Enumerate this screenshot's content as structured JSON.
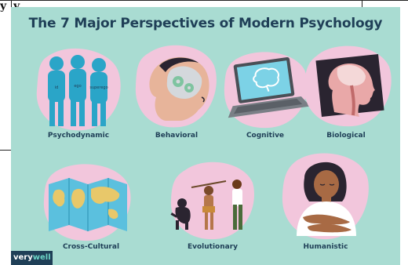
{
  "corner_text": "y y",
  "title": "The 7 Major Perspectives of Modern Psychology",
  "perspectives": [
    {
      "label": "Psychodynamic"
    },
    {
      "label": "Behavioral"
    },
    {
      "label": "Cognitive"
    },
    {
      "label": "Biological"
    },
    {
      "label": "Cross-Cultural"
    },
    {
      "label": "Evolutionary"
    },
    {
      "label": "Humanistic"
    }
  ],
  "figure_words": [
    "id",
    "ego",
    "superego"
  ],
  "logo": {
    "part1": "very",
    "part2": "well"
  },
  "colors": {
    "background": "#a9dcd2",
    "blob": "#f2c6dc",
    "title": "#1f3f57",
    "figure_blue": "#2aa5c8"
  }
}
